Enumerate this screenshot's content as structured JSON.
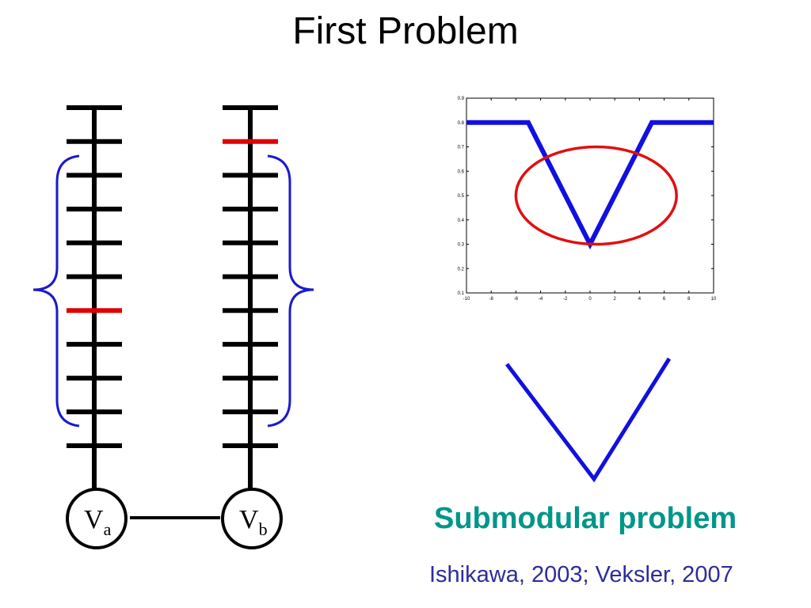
{
  "title": "First Problem",
  "labels": {
    "node_a": {
      "base": "V",
      "sub": "a"
    },
    "node_b": {
      "base": "V",
      "sub": "b"
    }
  },
  "caption": "Submodular problem",
  "citation": "Ishikawa, 2003; Veksler, 2007",
  "colors": {
    "ladder": "#000000",
    "selected": "#e00000",
    "brace": "#1a1acc",
    "curve": "#1010e0",
    "ellipse": "#e01010",
    "caption": "#009688",
    "citation": "#2c2c9c"
  },
  "ladders": {
    "a": {
      "levels": 11,
      "selected_level": 6
    },
    "b": {
      "levels": 11,
      "selected_level": 1
    }
  },
  "chart_data": {
    "type": "line",
    "series": [
      {
        "x": [
          -10,
          -5,
          0,
          5,
          10
        ],
        "y": [
          0.8,
          0.8,
          0.3,
          0.8,
          0.8
        ]
      }
    ],
    "xlim": [
      -10,
      10
    ],
    "ylim": [
      0.1,
      0.9
    ],
    "x_ticks": [
      "-10",
      "-8",
      "-6",
      "-4",
      "-2",
      "0",
      "2",
      "4",
      "6",
      "8",
      "10"
    ],
    "y_ticks": [
      "0.1",
      "0.2",
      "0.3",
      "0.4",
      "0.5",
      "0.6",
      "0.7",
      "0.8",
      "0.9"
    ],
    "annotation": {
      "shape": "ellipse",
      "center": [
        0.5,
        0.5
      ],
      "radii": [
        6.5,
        0.2
      ]
    }
  }
}
